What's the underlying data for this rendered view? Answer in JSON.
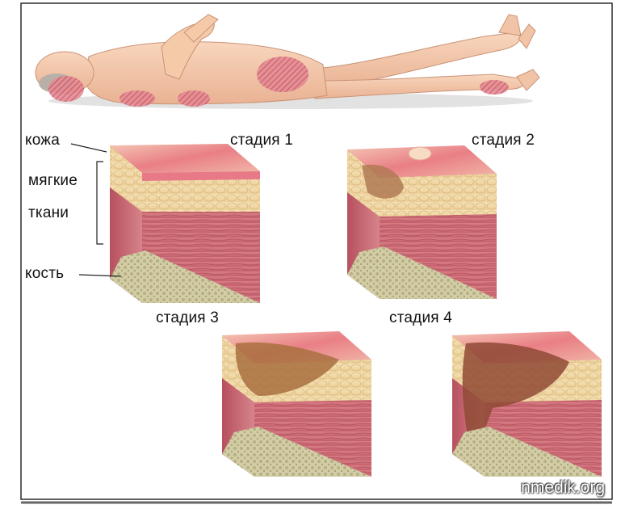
{
  "labels": {
    "skin": "кожа",
    "soft_tissue_1": "мягкие",
    "soft_tissue_2": "ткани",
    "bone": "кость"
  },
  "stages": [
    {
      "label": "стадия 1"
    },
    {
      "label": "стадия 2"
    },
    {
      "label": "стадия 3"
    },
    {
      "label": "стадия 4"
    }
  ],
  "watermark": "nmedik.org",
  "colors": {
    "skin": "#f3c3a6",
    "wound": "#d9536a",
    "fat": "#f2d9a8",
    "muscle": "#cf6e78",
    "bone": "#c9c39a",
    "background": "#ffffff",
    "border": "#2a2a2a"
  }
}
